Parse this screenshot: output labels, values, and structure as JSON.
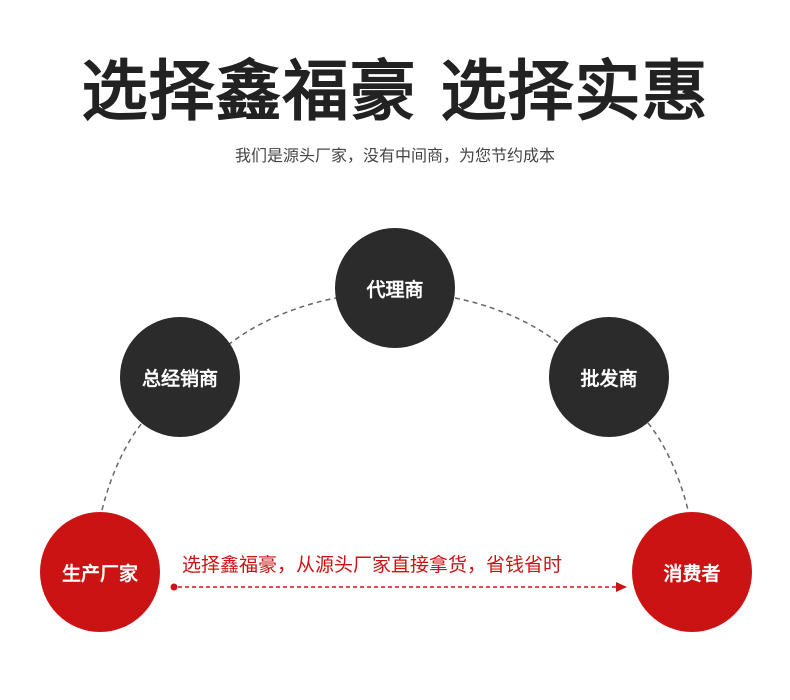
{
  "title": "选择鑫福豪  选择实惠",
  "subtitle": "我们是源头厂家，没有中间商，为您节约成本",
  "nodes": {
    "agent": "代理商",
    "general_distributor": "总经销商",
    "wholesaler": "批发商",
    "manufacturer": "生产厂家",
    "consumer": "消费者"
  },
  "flow_label": "选择鑫福豪，从源头厂家直接拿货，省钱省时",
  "colors": {
    "dark": "#2b2b2b",
    "red": "#cc1313",
    "title": "#222222",
    "dashed_line": "#666666"
  }
}
